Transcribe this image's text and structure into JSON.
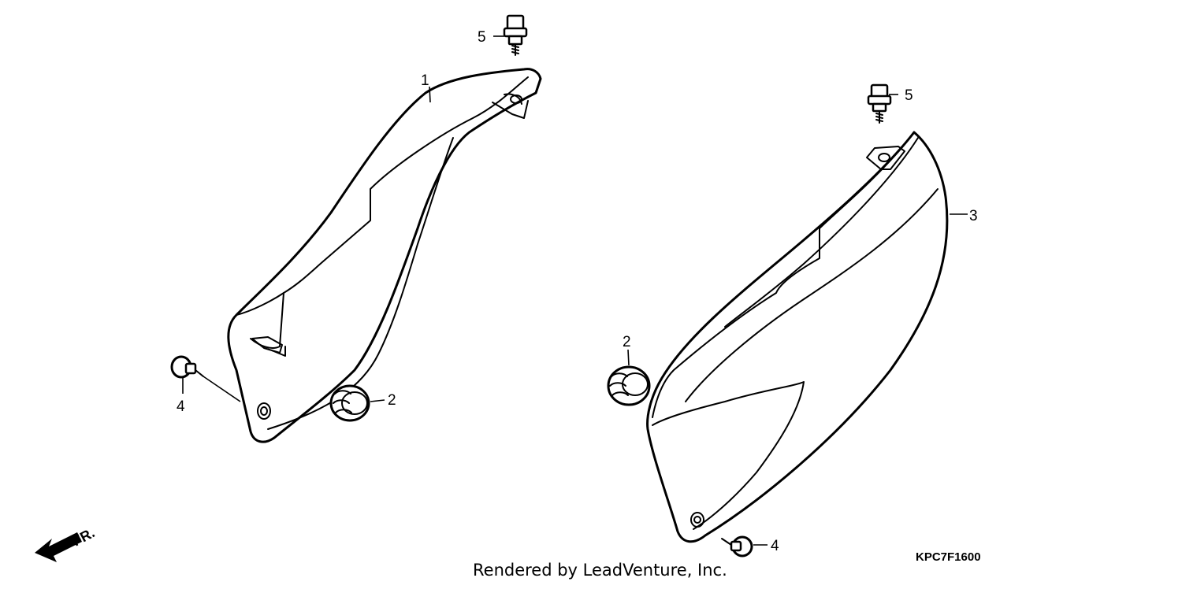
{
  "callouts": {
    "c1": "1",
    "c2_left": "2",
    "c2_right": "2",
    "c3": "3",
    "c4_left": "4",
    "c4_right": "4",
    "c5_left": "5",
    "c5_right": "5"
  },
  "direction_label": "FR.",
  "footer_text": "Rendered by LeadVenture, Inc.",
  "diagram_code": "KPC7F1600",
  "icons": {
    "direction": "front-direction-arrow-icon",
    "bolt": "bolt-icon",
    "grommet": "grommet-icon",
    "screw": "screw-icon"
  }
}
